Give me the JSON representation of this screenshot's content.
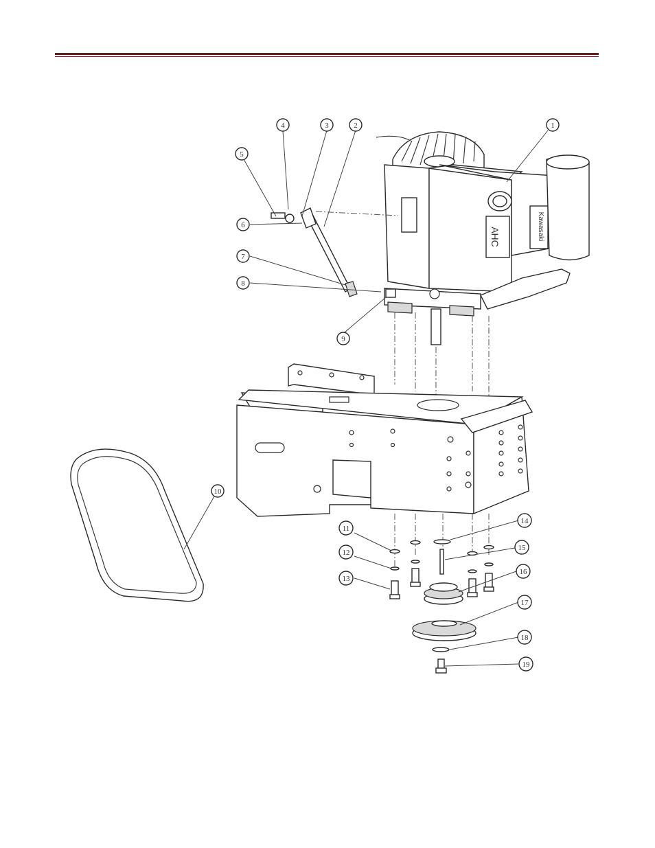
{
  "document": {
    "header_rule_color": "#6b1c1c",
    "figure": {
      "callouts": [
        {
          "id": "c1",
          "label": "1"
        },
        {
          "id": "c2",
          "label": "2"
        },
        {
          "id": "c3",
          "label": "3"
        },
        {
          "id": "c4",
          "label": "4"
        },
        {
          "id": "c5",
          "label": "5"
        },
        {
          "id": "c6",
          "label": "6"
        },
        {
          "id": "c7",
          "label": "7"
        },
        {
          "id": "c8",
          "label": "8"
        },
        {
          "id": "c9",
          "label": "9"
        },
        {
          "id": "c10",
          "label": "10"
        },
        {
          "id": "c11",
          "label": "11"
        },
        {
          "id": "c12",
          "label": "12"
        },
        {
          "id": "c13",
          "label": "13"
        },
        {
          "id": "c14",
          "label": "14"
        },
        {
          "id": "c15",
          "label": "15"
        },
        {
          "id": "c16",
          "label": "16"
        },
        {
          "id": "c17",
          "label": "17"
        },
        {
          "id": "c18",
          "label": "18"
        },
        {
          "id": "c19",
          "label": "19"
        }
      ],
      "engine_brand_text": "Kawasaki",
      "engine_side_text": "AHC"
    }
  }
}
